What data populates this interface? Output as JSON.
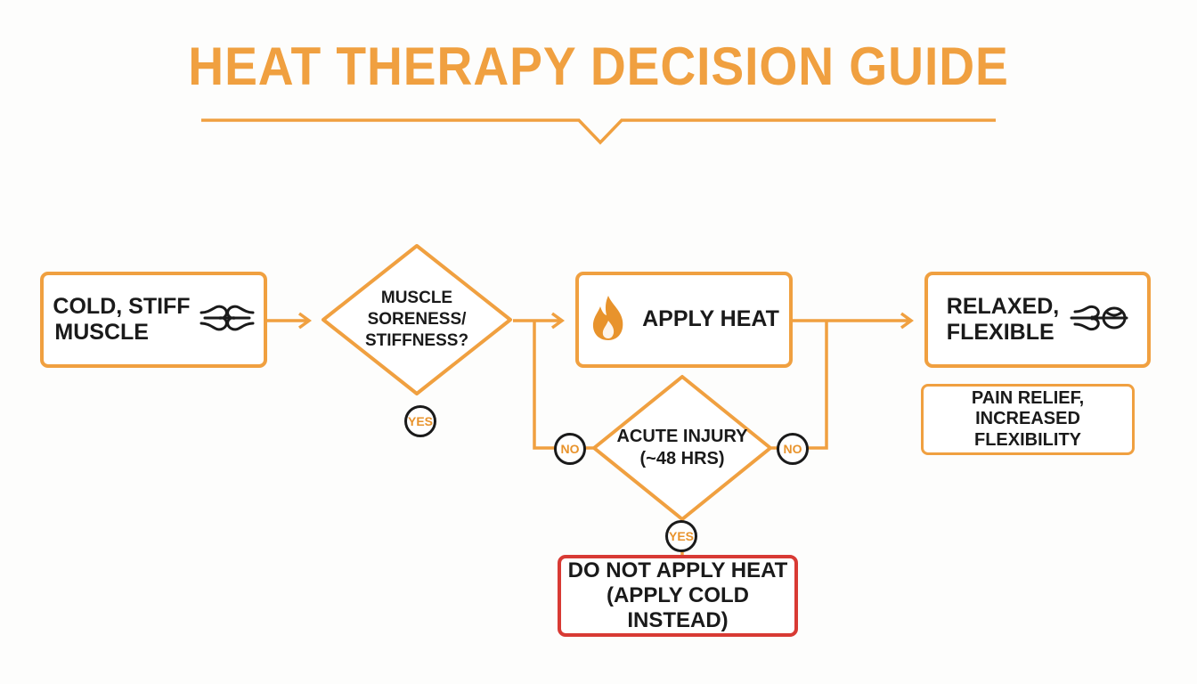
{
  "title": "HEAT THERAPY DECISION GUIDE",
  "colors": {
    "accent": "#f0a040",
    "accent_dark": "#e8932c",
    "danger": "#d83a34",
    "text": "#1a1a1a",
    "background": "#fdfdfc"
  },
  "nodes": {
    "start": {
      "line1": "COLD, STIFF",
      "line2": "MUSCLE",
      "icon": "muscle-fiber-icon"
    },
    "question1": {
      "line1": "MUSCLE",
      "line2": "SORENESS/",
      "line3": "STIFFNESS?"
    },
    "apply_heat": {
      "label": "APPLY HEAT",
      "icon": "flame-icon"
    },
    "result": {
      "line1": "RELAXED,",
      "line2": "FLEXIBLE",
      "icon": "muscle-fiber-icon"
    },
    "benefits": {
      "line1": "PAIN RELIEF,",
      "line2": "INCREASED FLEXIBILITY"
    },
    "question2": {
      "line1": "ACUTE INJURY",
      "line2": "(~48 HRS)"
    },
    "warning": {
      "line1": "DO NOT APPLY HEAT",
      "line2": "(APPLY COLD INSTEAD)"
    }
  },
  "badges": {
    "q1_yes": "YES",
    "q2_no_left": "NO",
    "q2_no_right": "NO",
    "q2_yes": "YES"
  }
}
